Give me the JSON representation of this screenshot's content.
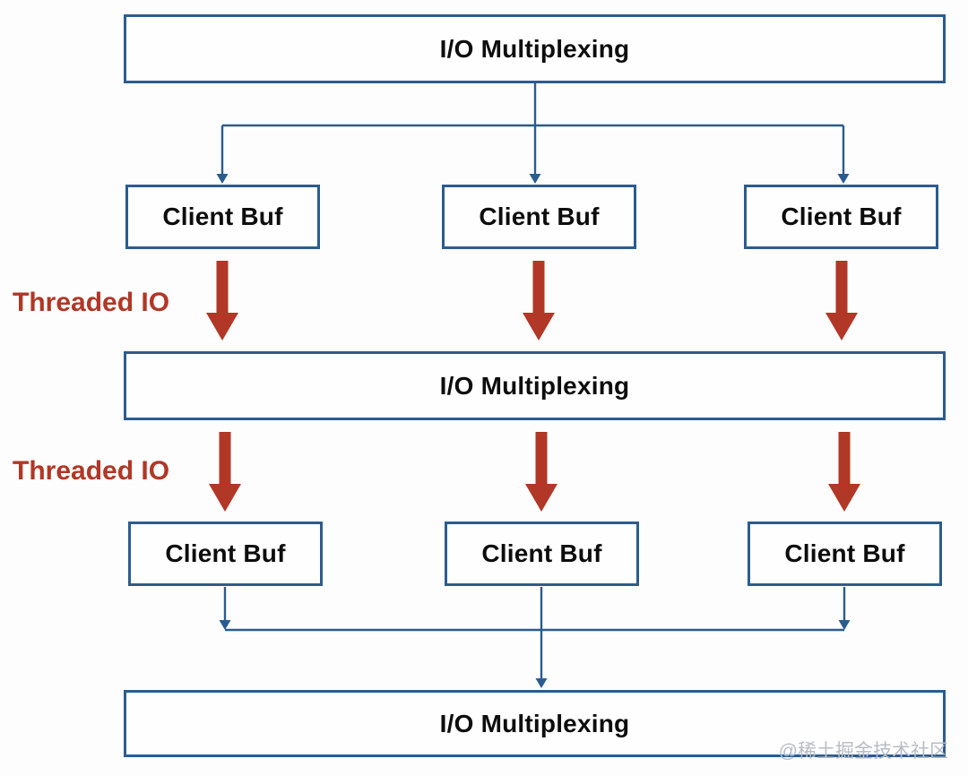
{
  "diagram": {
    "top_box": {
      "label": "I/O Multiplexing"
    },
    "middle_box": {
      "label": "I/O Multiplexing"
    },
    "bottom_box": {
      "label": "I/O Multiplexing"
    },
    "client_rows": [
      {
        "boxes": [
          {
            "label": "Client Buf"
          },
          {
            "label": "Client Buf"
          },
          {
            "label": "Client Buf"
          }
        ]
      },
      {
        "boxes": [
          {
            "label": "Client Buf"
          },
          {
            "label": "Client Buf"
          },
          {
            "label": "Client Buf"
          }
        ]
      }
    ],
    "threaded_io_labels": [
      {
        "text": "Threaded IO"
      },
      {
        "text": "Threaded IO"
      }
    ],
    "watermark": "@稀土掘金技术社区",
    "colors": {
      "connector_blue": "#2b5c8e",
      "arrow_red": "#b13726",
      "label_red": "#b13726",
      "box_text": "#0d0d0d",
      "watermark_gray": "#b9bdc4",
      "background": "#fdfdfd"
    }
  }
}
